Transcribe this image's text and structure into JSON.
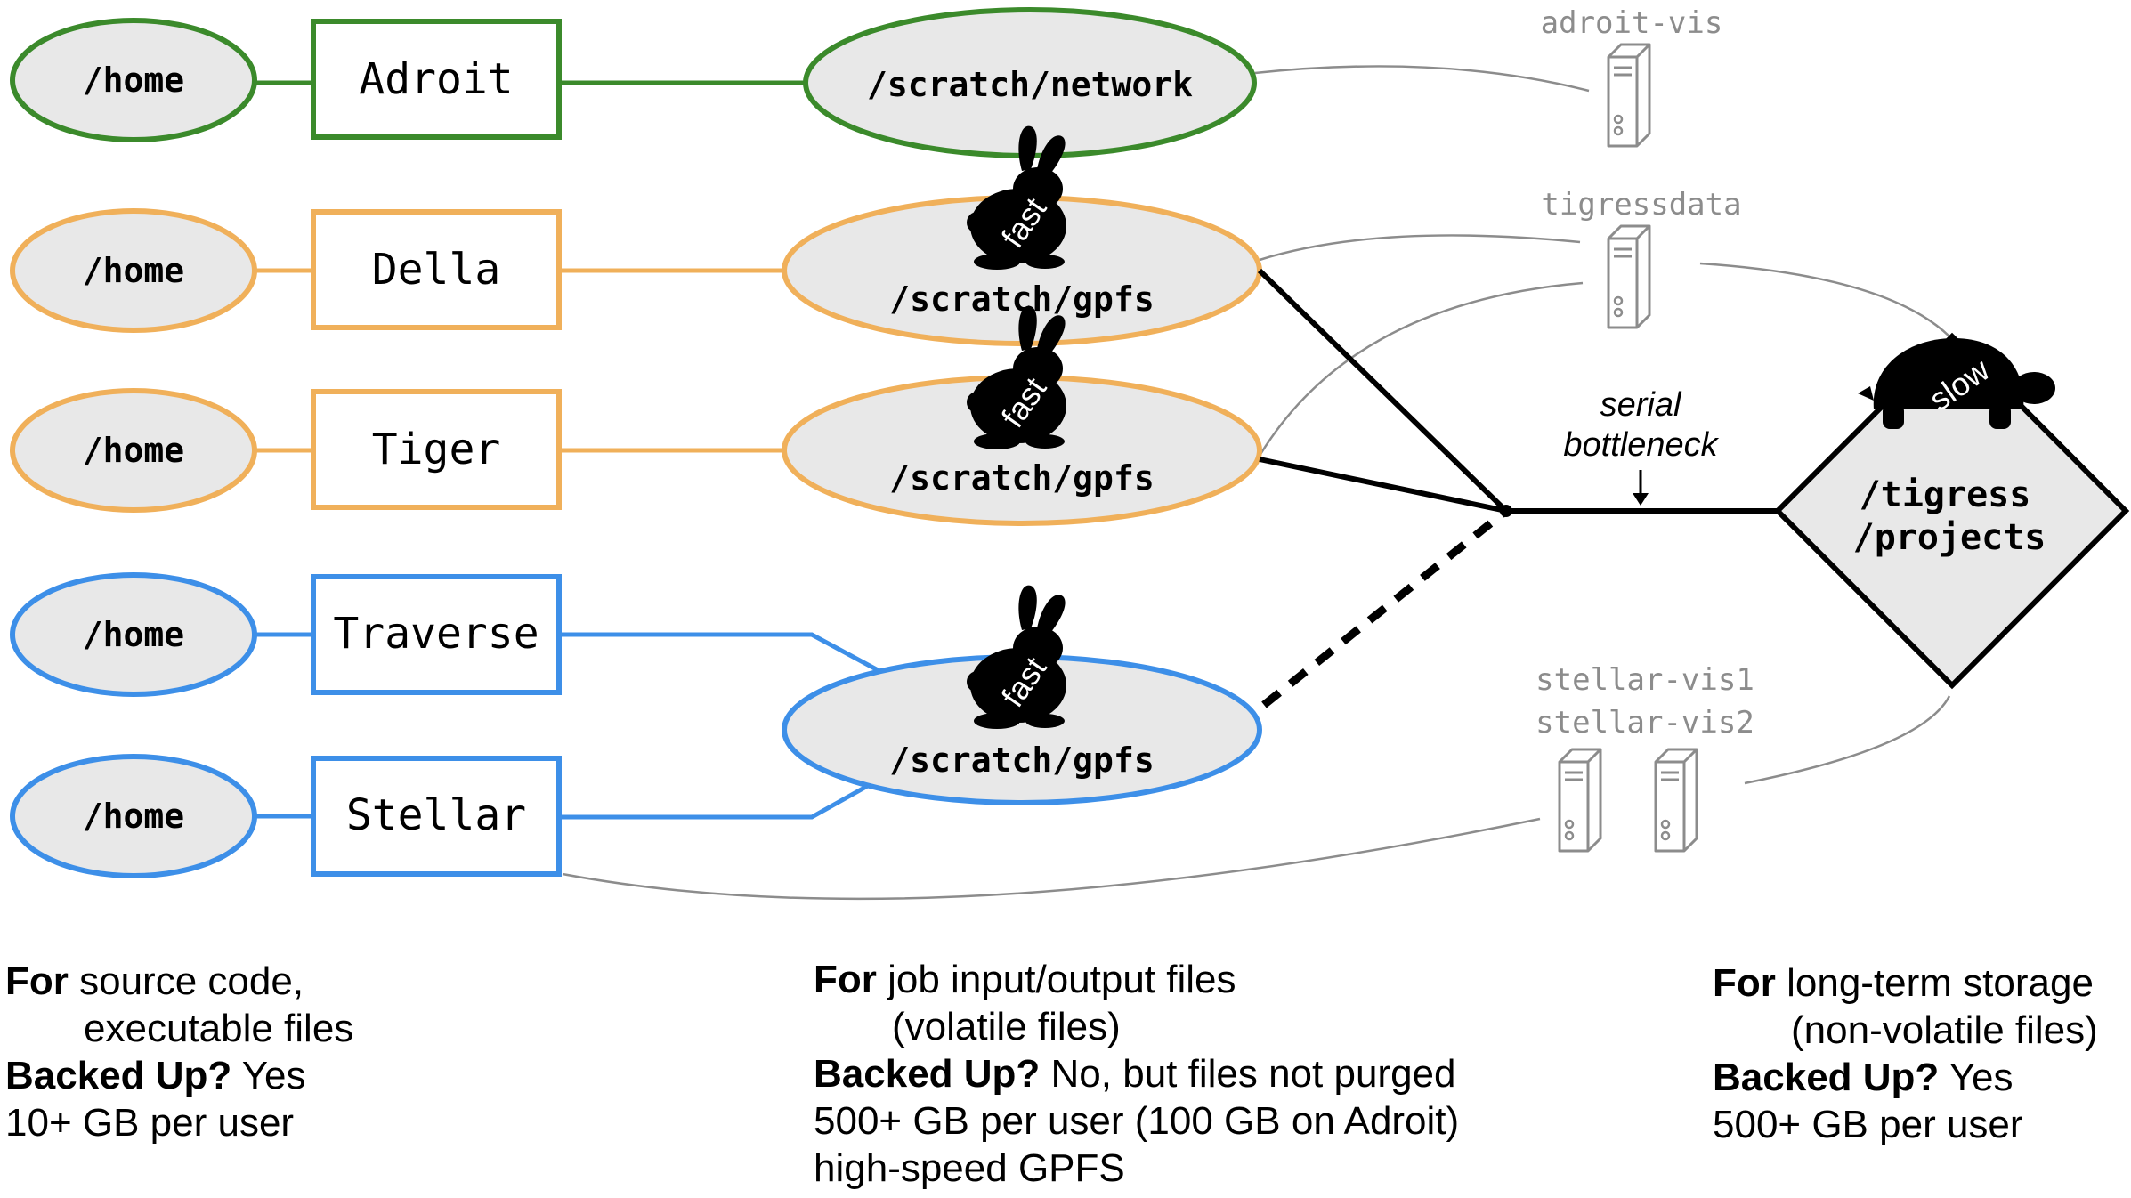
{
  "colors": {
    "green": "#3b8a2b",
    "orange": "#f0b05a",
    "blue": "#3d8fe8",
    "fill": "#e8e8e8",
    "gray": "#8c8c8c",
    "black": "#000000"
  },
  "clusters": {
    "adroit": {
      "name": "Adroit",
      "home": "/home",
      "scratch": "/scratch/network"
    },
    "della": {
      "name": "Della",
      "home": "/home",
      "scratch": "/scratch/gpfs",
      "speed": "fast"
    },
    "tiger": {
      "name": "Tiger",
      "home": "/home",
      "scratch": "/scratch/gpfs",
      "speed": "fast"
    },
    "traverse": {
      "name": "Traverse",
      "home": "/home"
    },
    "stellar": {
      "name": "Stellar",
      "home": "/home"
    },
    "shared_scratch": {
      "label": "/scratch/gpfs",
      "speed": "fast"
    }
  },
  "servers": {
    "adroit_vis": "adroit-vis",
    "tigressdata": "tigressdata",
    "stellar_vis1": "stellar-vis1",
    "stellar_vis2": "stellar-vis2"
  },
  "tigress": {
    "line1": "/tigress",
    "line2": "/projects",
    "speed": "slow",
    "bottleneck_line1": "serial",
    "bottleneck_line2": "bottleneck"
  },
  "descriptions": {
    "home": {
      "for_label": "For",
      "for_text1": " source code,",
      "for_text2": "executable files",
      "backed_label": "Backed Up?",
      "backed_text": " Yes",
      "quota": "10+ GB per user"
    },
    "scratch": {
      "for_label": "For",
      "for_text1": " job input/output files",
      "for_text2": "(volatile files)",
      "backed_label": "Backed Up?",
      "backed_text": " No, but files not purged",
      "quota": "500+ GB per user (100 GB on Adroit)",
      "extra": "high-speed GPFS"
    },
    "tigress": {
      "for_label": "For",
      "for_text1": " long-term storage",
      "for_text2": "(non-volatile files)",
      "backed_label": "Backed Up?",
      "backed_text": " Yes",
      "quota": "500+ GB per user"
    }
  }
}
